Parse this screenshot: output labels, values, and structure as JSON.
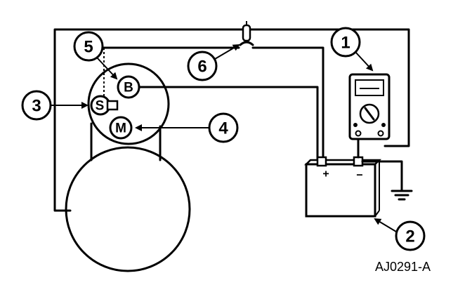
{
  "callouts": {
    "c1": "1",
    "c2": "2",
    "c3": "3",
    "c4": "4",
    "c5": "5",
    "c6": "6"
  },
  "terminals": {
    "b": "B",
    "s": "S",
    "m": "M"
  },
  "battery": {
    "positive": "+",
    "negative": "−"
  },
  "figure_code": "AJ0291-A"
}
